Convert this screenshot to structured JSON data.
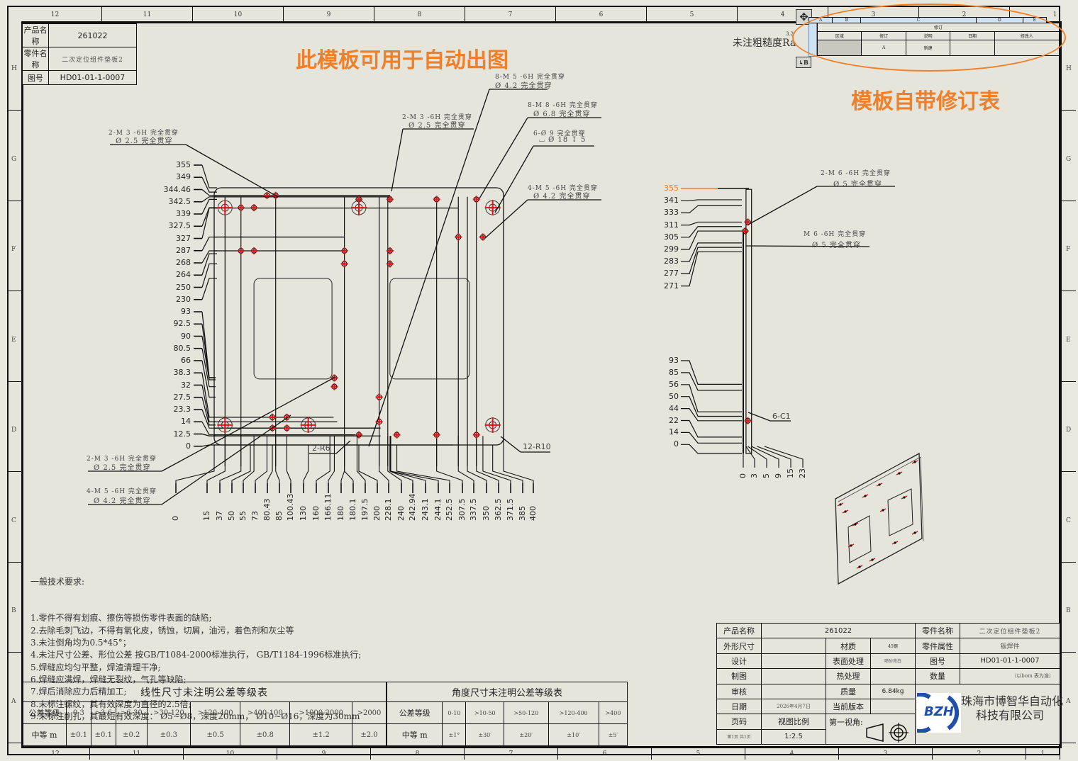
{
  "border": {
    "columns": [
      "12",
      "11",
      "10",
      "9",
      "8",
      "7",
      "6",
      "5",
      "4",
      "3",
      "2",
      "1"
    ],
    "rows": [
      "H",
      "G",
      "F",
      "E",
      "D",
      "C",
      "B",
      "A"
    ]
  },
  "top_left_block": {
    "rows": [
      {
        "label": "产品名称",
        "value": "261022"
      },
      {
        "label": "零件名称",
        "value": "二次定位组件垫板2"
      },
      {
        "label": "图号",
        "value": "HD01-01-1-0007"
      }
    ]
  },
  "callouts": {
    "template_autodraw": "此模板可用于自动出图",
    "template_revision": "模板自带修订表"
  },
  "roughness_label": "未注粗糙度Ra",
  "roughness_value": "3.2",
  "revision_table": {
    "col_letters": [
      "A",
      "B",
      "C",
      "D",
      "E"
    ],
    "title": "修订",
    "headers": [
      "区域",
      "修订",
      "说明",
      "日期",
      "修改人"
    ],
    "rows": [
      [
        "",
        "A",
        "新建",
        "",
        ""
      ]
    ]
  },
  "annotations_front": [
    {
      "line1": "8-M 5 -6H 完全贯穿",
      "line2": "Ø 4.2 完全贯穿"
    },
    {
      "line1": "8-M 8 -6H 完全贯穿",
      "line2": "Ø 6.8 完全贯穿"
    },
    {
      "line1": "2-M 3 -6H 完全贯穿",
      "line2": "Ø 2.5 完全贯穿"
    },
    {
      "line1": "6-Ø 9 完全贯穿",
      "line2": "⌴ Ø 18 ↧ 5"
    },
    {
      "line1": "2-M 3 -6H 完全贯穿",
      "line2": "Ø 2.5 完全贯穿"
    },
    {
      "line1": "4-M 5 -6H 完全贯穿",
      "line2": "Ø 4.2 完全贯穿"
    },
    {
      "line1": "2-M 3 -6H 完全贯穿",
      "line2": "Ø 2.5 完全贯穿"
    },
    {
      "line1": "4-M 5 -6H 完全贯穿",
      "line2": "Ø 4.2 完全贯穿"
    }
  ],
  "front_view": {
    "y_dims": [
      "355",
      "349",
      "344.46",
      "342.5",
      "339",
      "327.5",
      "327",
      "287",
      "268",
      "264",
      "250",
      "230",
      "93",
      "92.5",
      "90",
      "80.5",
      "66",
      "38.3",
      "32",
      "27.5",
      "23.3",
      "14",
      "12.5",
      "0"
    ],
    "x_dims": [
      "0",
      "15",
      "37",
      "50",
      "55",
      "73",
      "80.43",
      "85",
      "100.43",
      "130",
      "160",
      "166.11",
      "180",
      "180.1",
      "197.5",
      "200",
      "228.1",
      "240",
      "242.94",
      "243.1",
      "244.1",
      "252.5",
      "307.5",
      "337.5",
      "350",
      "362.5",
      "371.5",
      "385",
      "400"
    ],
    "radius_labels": [
      "2-R6",
      "12-R10"
    ]
  },
  "side_view": {
    "y_dims": [
      "355",
      "341",
      "333",
      "311",
      "305",
      "299",
      "283",
      "277",
      "271",
      "93",
      "85",
      "56",
      "50",
      "44",
      "22",
      "14",
      "0"
    ],
    "x_dims": [
      "0",
      "3",
      "5",
      "9",
      "15",
      "23"
    ],
    "annotations": [
      {
        "line1": "2-M 6 -6H 完全贯穿",
        "line2": "Ø 5 完全贯穿"
      },
      {
        "line1": "M 6 -6H 完全贯穿",
        "line2": "Ø 5 完全贯穿"
      }
    ],
    "chamfer_label": "6-C1",
    "highlight_color": "#f07f2a"
  },
  "tech_requirements": {
    "title": "一般技术要求:",
    "items": [
      "1.零件不得有划痕、擦伤等损伤零件表面的缺陷;",
      "2.去除毛刺飞边，不得有氧化皮，锈蚀，切屑，油污，着色剂和灰尘等",
      "3.未注倒角均为0.5*45°；",
      "4.未注尺寸公差、形位公差 按GB/T1084-2000标准执行， GB/T1184-1996标准执行;",
      "5.焊缝应均匀平整，焊渣清理干净;",
      "6.焊缝应满焊，焊缝无裂纹，气孔等缺陷;",
      "7.焊后消除应力后精加工;",
      "8.未标注螺纹，其有效深度为直径的2.5倍;",
      "9.未标注削孔，其最短有效深度： Ø5~Ø8，深度20mm， Ø10~Ø16，深度为30mm"
    ]
  },
  "linear_tolerance": {
    "title": "线性尺寸未注明公差等级表",
    "header_label": "公差等级",
    "ranges": [
      "0-3",
      ">3-6",
      ">6-30",
      ">30-120",
      ">120-400",
      ">400-100",
      ">1000-2000",
      ">2000"
    ],
    "row_label": "中等 m",
    "values": [
      "±0.1",
      "±0.1",
      "±0.2",
      "±0.3",
      "±0.5",
      "±0.8",
      "±1.2",
      "±2.0"
    ]
  },
  "angular_tolerance": {
    "title": "角度尺寸未注明公差等级表",
    "header_label": "公差等级",
    "ranges": [
      "0-10",
      ">10-50",
      ">50-120",
      ">120-400",
      ">400"
    ],
    "row_label": "中等 m",
    "values": [
      "±1°",
      "±30′",
      "±20′",
      "±10′",
      "±5′"
    ]
  },
  "title_block": {
    "product_name_label": "产品名称",
    "product_name": "261022",
    "part_name_label": "零件名称",
    "part_name": "二次定位组件垫板2",
    "size_label": "外形尺寸",
    "size": "",
    "material_label": "材质",
    "material": "45钢",
    "part_attr_label": "零件属性",
    "part_attr": "钣焊件",
    "design_label": "设计",
    "design": "",
    "surface_label": "表面处理",
    "surface": "喷砂亮白",
    "drawing_no_label": "图号",
    "drawing_no": "HD01-01-1-0007",
    "drafting_label": "制图",
    "drafting": "",
    "heat_label": "热处理",
    "heat": "",
    "qty_label": "数量",
    "qty": "（以bom 表为准）",
    "review_label": "审核",
    "review": "",
    "mass_label": "质量",
    "mass": "6.84kg",
    "date_label": "日期",
    "date": "2026年4月7日",
    "version_label": "当前版本",
    "version": "",
    "page_label": "页码",
    "page": "第1页 共1页",
    "scale_label": "视图比例",
    "scale": "1:2.5",
    "projection_label": "第一视角:",
    "company_logo": "BZH",
    "company_line1": "珠海市博智华自动化",
    "company_line2": "科技有限公司",
    "logo_color": "#1f4fa8"
  }
}
